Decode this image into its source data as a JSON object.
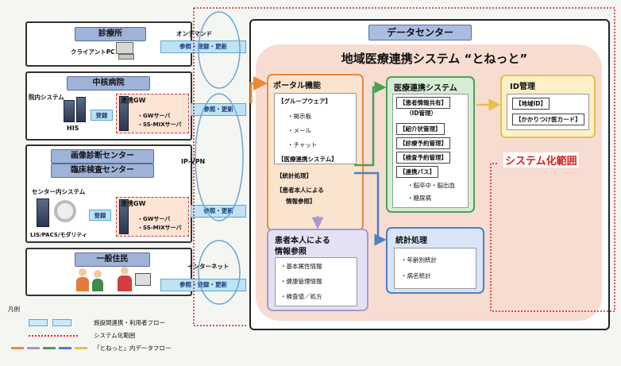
{
  "facilities": {
    "clinic": {
      "title": "診療所",
      "pc_label": "クライアントPC",
      "mode": "オンデマンド",
      "flow": "参照・登録・更新"
    },
    "core_hospital": {
      "title": "中核病院",
      "system": "院内システム",
      "his": "HIS",
      "register": "登録",
      "gw_title": "連携GW",
      "gw_items": [
        "・GWサーバ",
        "・SS-MIXサーバ"
      ],
      "flow": "参照・更新"
    },
    "imaging_center": {
      "title1": "画像診断センター",
      "title2": "臨床検査センター",
      "system": "センター内システム",
      "lis": "LIS/PACS/モダリティ",
      "register": "登録",
      "gw_title": "連携GW",
      "gw_items": [
        "・GWサーバ",
        "・SS-MIXサーバ"
      ],
      "flow": "参照・更新"
    },
    "residents": {
      "title": "一般住民",
      "network": "インターネット",
      "flow": "参照・登録・更新"
    }
  },
  "network": {
    "ipvpn": "IP-VPN"
  },
  "datacenter": {
    "title": "データセンター",
    "region_title": "地域医療連携システム “とねっと”",
    "scope_label": "システム化範囲",
    "portal": {
      "head": "ポータル機能",
      "groupware": "【グループウェア】",
      "groupware_items": [
        "・掲示板",
        "・メール",
        "・チャット"
      ],
      "med_system": "【医療連携システム】",
      "stats": "【統計処理】",
      "patient_ref1": "【患者本人による",
      "patient_ref2": "情報参照】"
    },
    "med_system": {
      "head": "医療連携システム",
      "sharing1": "【患者情報共有】",
      "sharing2": "（ID管理）",
      "items": [
        "【紹介状管理】",
        "【診療予約管理】",
        "【検査予約管理】",
        "【連携パス】"
      ],
      "path_items": [
        "・脳卒中・脳出血",
        "・糖尿病"
      ]
    },
    "id_mgmt": {
      "head": "ID管理",
      "items": [
        "【地域ID】",
        "【かかりつけ医カード】"
      ]
    },
    "patient_ref": {
      "head1": "患者本人による",
      "head2": "情報参照",
      "items": [
        "・基本属性情報",
        "・健康管理情報",
        "・検査値／処方"
      ]
    },
    "stats": {
      "head": "統計処理",
      "items": [
        "・年齢別統計",
        "・病名統計"
      ]
    }
  },
  "legend": {
    "title": "凡例",
    "flow_label": "施設間連携・利用者フロー",
    "scope_label": "システム化範囲",
    "data_flow_label": "「とねっと」内データフロー"
  },
  "colors": {
    "orange": "#e98a3a",
    "green": "#49a157",
    "purple": "#a49ad2",
    "blue": "#4a80c8",
    "scope_red": "#d22222"
  }
}
